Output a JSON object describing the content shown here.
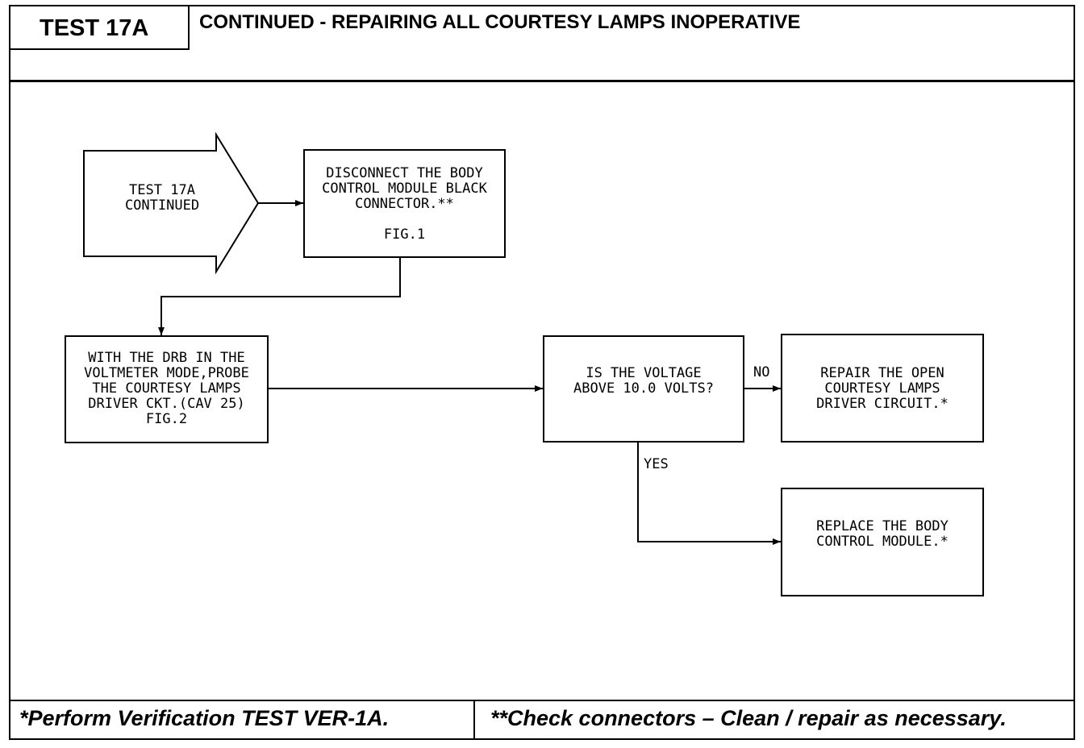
{
  "header": {
    "test_id": "TEST 17A",
    "title": "CONTINUED - REPAIRING ALL COURTESY LAMPS INOPERATIVE"
  },
  "flowchart": {
    "start": "TEST 17A\nCONTINUED",
    "disconnect": "DISCONNECT THE BODY\nCONTROL MODULE BLACK\nCONNECTOR.**\n\nFIG.1",
    "probe": "WITH THE DRB IN THE\nVOLTMETER MODE,PROBE\nTHE COURTESY LAMPS\nDRIVER CKT.(CAV 25)\nFIG.2",
    "question": "IS THE VOLTAGE\nABOVE 10.0 VOLTS?",
    "no_label": "NO",
    "yes_label": "YES",
    "repair": "REPAIR THE OPEN\nCOURTESY LAMPS\nDRIVER CIRCUIT.*",
    "replace": "REPLACE THE BODY\nCONTROL MODULE.*"
  },
  "footer": {
    "left_note": "*Perform Verification TEST VER-1A.",
    "right_note": "**Check connectors – Clean / repair as necessary."
  }
}
